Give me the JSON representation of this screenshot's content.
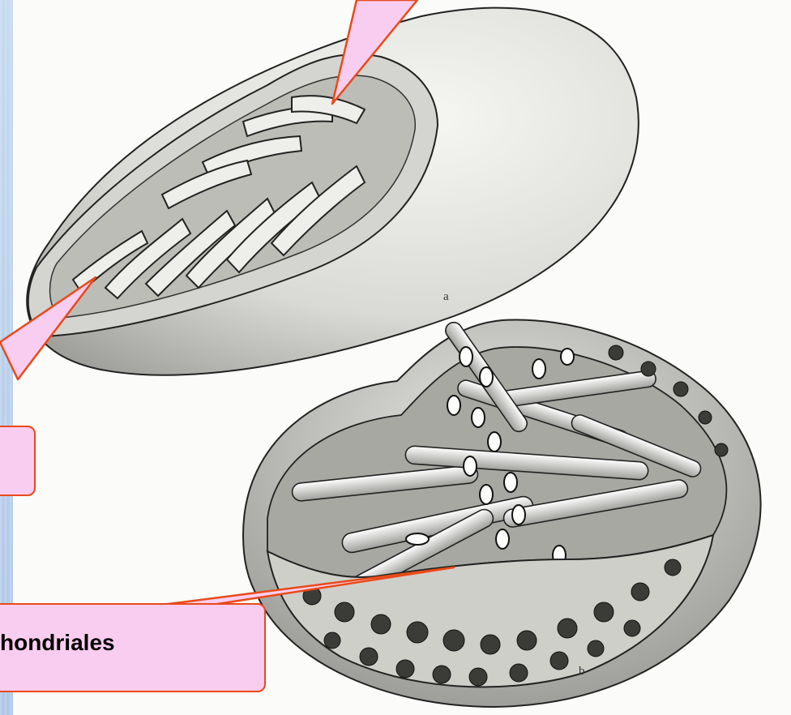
{
  "figure": {
    "panel_a_letter": "a",
    "panel_b_letter": "b",
    "callout_bottom_text": "hondriales"
  },
  "colors": {
    "callout_fill": "#f9cdf0",
    "callout_border": "#e84a18",
    "background": "#b7cde8"
  }
}
